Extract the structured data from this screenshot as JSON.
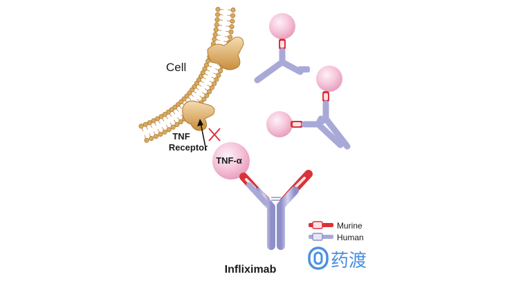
{
  "labels": {
    "cell": "Cell",
    "tnf_receptor_line1": "TNF",
    "tnf_receptor_line2": "Receptor",
    "tnf_alpha": "TNF-α",
    "title": "Infliximab"
  },
  "legend": {
    "murine": "Murine",
    "human": "Human"
  },
  "brand": {
    "logo_text": "药渡"
  },
  "colors": {
    "murine": "#d9323a",
    "human": "#a9a9d8",
    "human_dark": "#6f6fae",
    "tnf_alpha": "#f6c7db",
    "membrane": "#d9a95e",
    "receptor": "#e3b978",
    "brand_blue": "#4a8fe0"
  }
}
